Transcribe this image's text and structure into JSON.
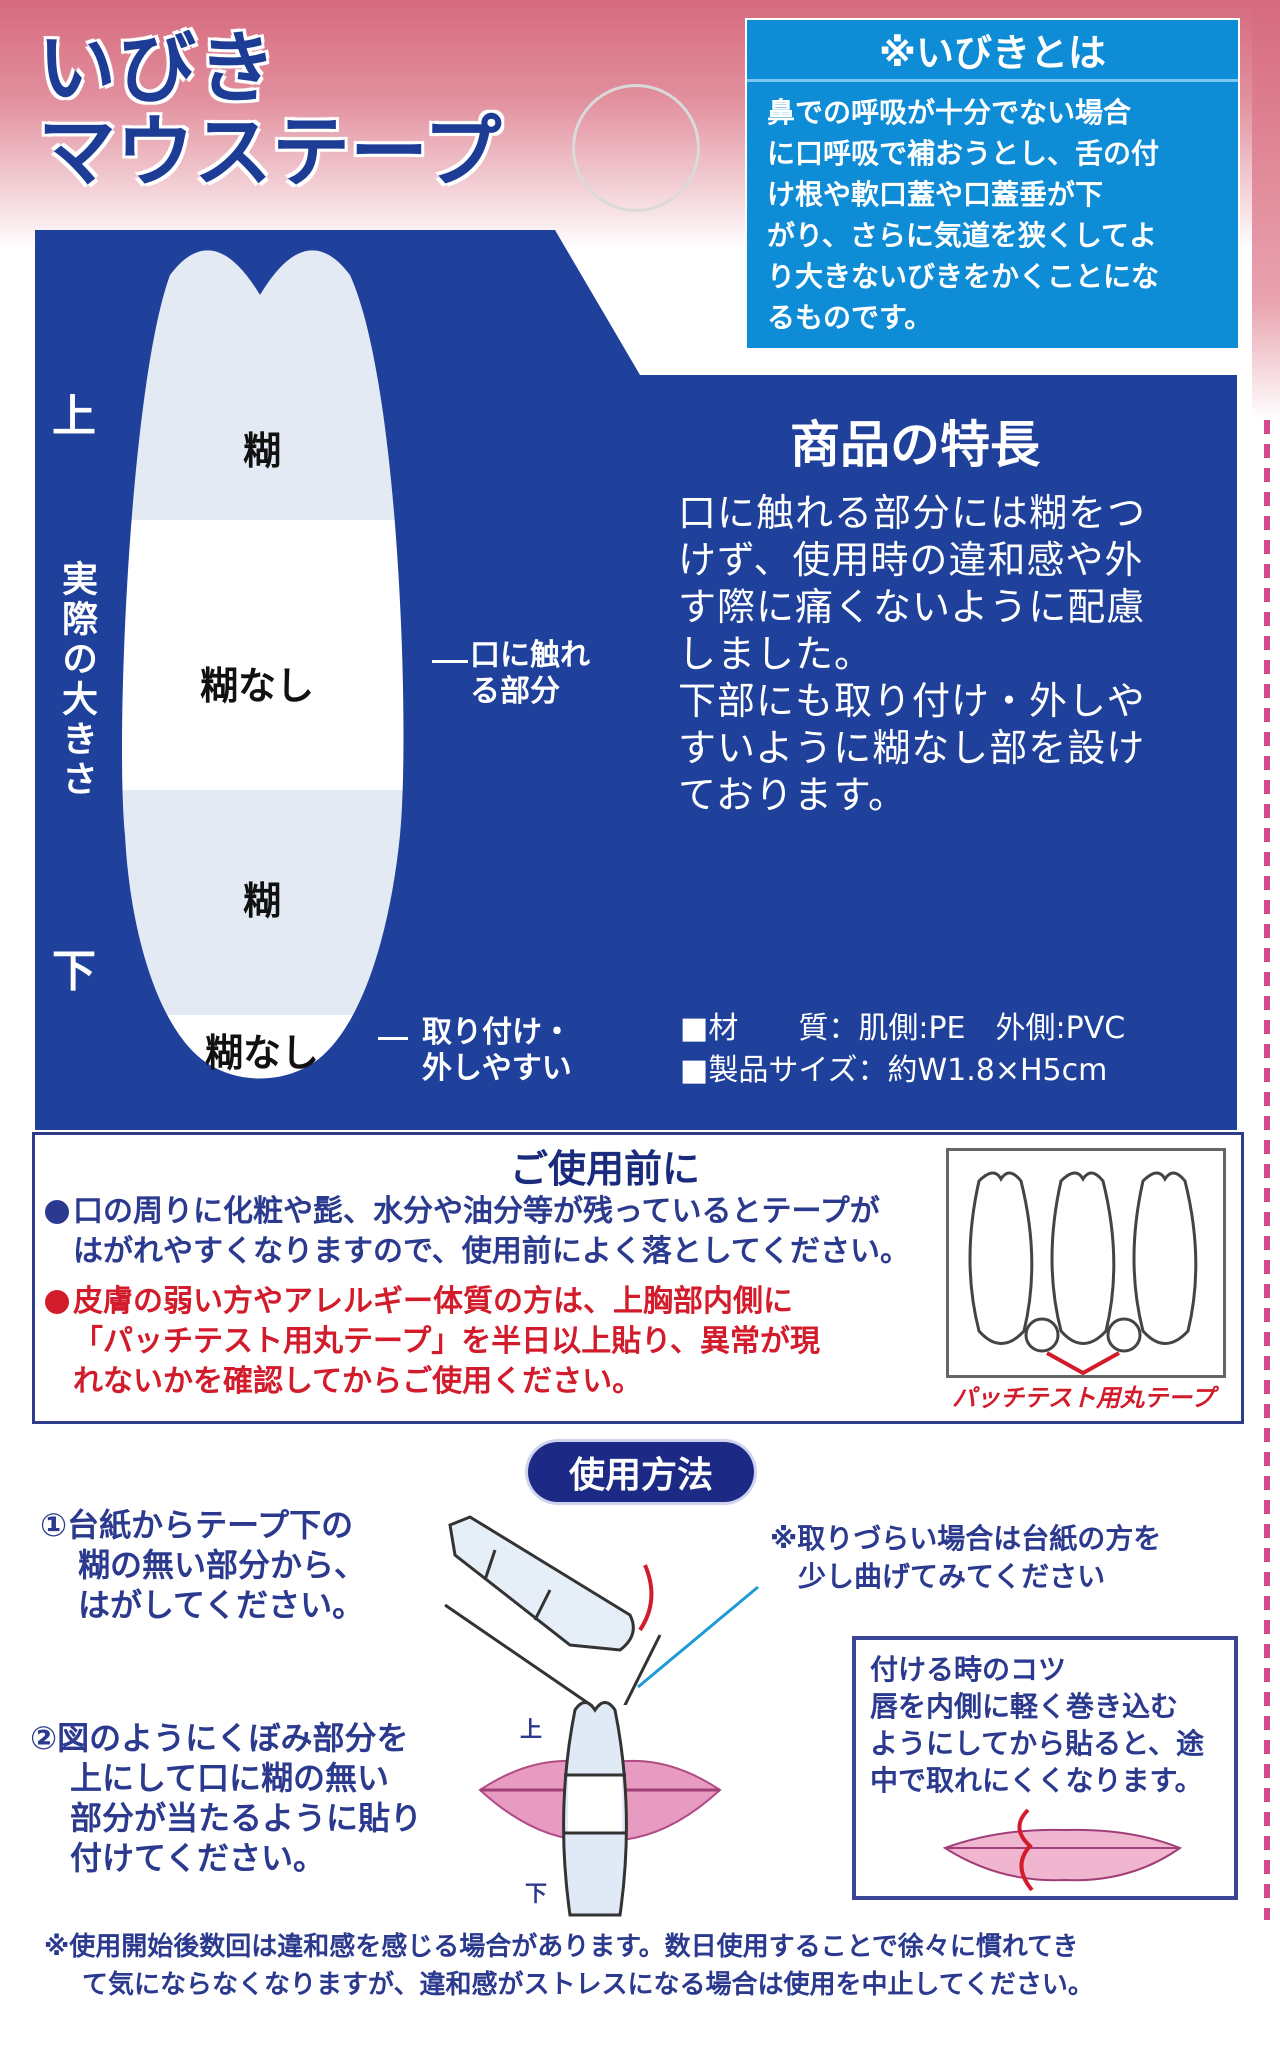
{
  "header": {
    "title_line1": "いびき",
    "title_line2": "マウステープ"
  },
  "snoring_info": {
    "title": "※いびきとは",
    "lines": [
      "鼻での呼吸が十分でない場合",
      "に口呼吸で補おうとし、舌の付",
      "け根や軟口蓋や口蓋垂が下",
      "がり、さらに気道を狭くしてよ",
      "り大きないびきをかくことにな",
      "るものです。"
    ]
  },
  "diagram": {
    "top_label": "上",
    "bottom_label": "下",
    "actual_size_label": "実際の大きさ",
    "zones": [
      "糊",
      "糊なし",
      "糊",
      "糊なし"
    ],
    "callout_mouth": [
      "口に触れ",
      "る部分"
    ],
    "callout_easy": [
      "取り付け・",
      "外しやすい"
    ],
    "colors": {
      "navy": "#1f409b",
      "glue_zone": "#e3eaf4",
      "no_glue_zone": "#ffffff"
    }
  },
  "features": {
    "title": "商品の特長",
    "lines": [
      "口に触れる部分には糊をつ",
      "けず、使用時の違和感や外",
      "す際に痛くないように配慮",
      "しました。",
      "下部にも取り付け・外しや",
      "すいように糊なし部を設け",
      "ております。"
    ],
    "specs": [
      "■材　　質：肌側:PE　外側:PVC",
      "■製品サイズ：約W1.8×H5cm"
    ]
  },
  "before_use": {
    "title": "ご使用前に",
    "blue_note": [
      "口の周りに化粧や髭、水分や油分等が残っているとテープが",
      "はがれやすくなりますので、使用前によく落としてください。"
    ],
    "red_note": [
      "皮膚の弱い方やアレルギー体質の方は、上胸部内側に",
      "「パッチテスト用丸テープ」を半日以上貼り、異常が現",
      "れないかを確認してからご使用ください。"
    ],
    "patch_caption": "パッチテスト用丸テープ",
    "colors": {
      "blue": "#2b3a8e",
      "red": "#d21c2c"
    }
  },
  "usage": {
    "title": "使用方法",
    "step1": [
      "①台紙からテープ下の",
      "糊の無い部分から、",
      "はがしてください。"
    ],
    "step1_note": [
      "※取りづらい場合は台紙の方を",
      "少し曲げてみてください"
    ],
    "step2": [
      "②図のようにくぼみ部分を",
      "上にして口に糊の無い",
      "部分が当たるように貼り",
      "付けてください。"
    ],
    "step2_labels": {
      "top": "上",
      "bottom": "下"
    },
    "tip": {
      "title": "付ける時のコツ",
      "lines": [
        "唇を内側に軽く巻き込む",
        "ようにしてから貼ると、途",
        "中で取れにくくなります。"
      ]
    }
  },
  "footer": {
    "lines": [
      "※使用開始後数回は違和感を感じる場合があります。数日使用することで徐々に慣れてき",
      "て気にならなくなりますが、違和感がストレスになる場合は使用を中止してください。"
    ]
  }
}
